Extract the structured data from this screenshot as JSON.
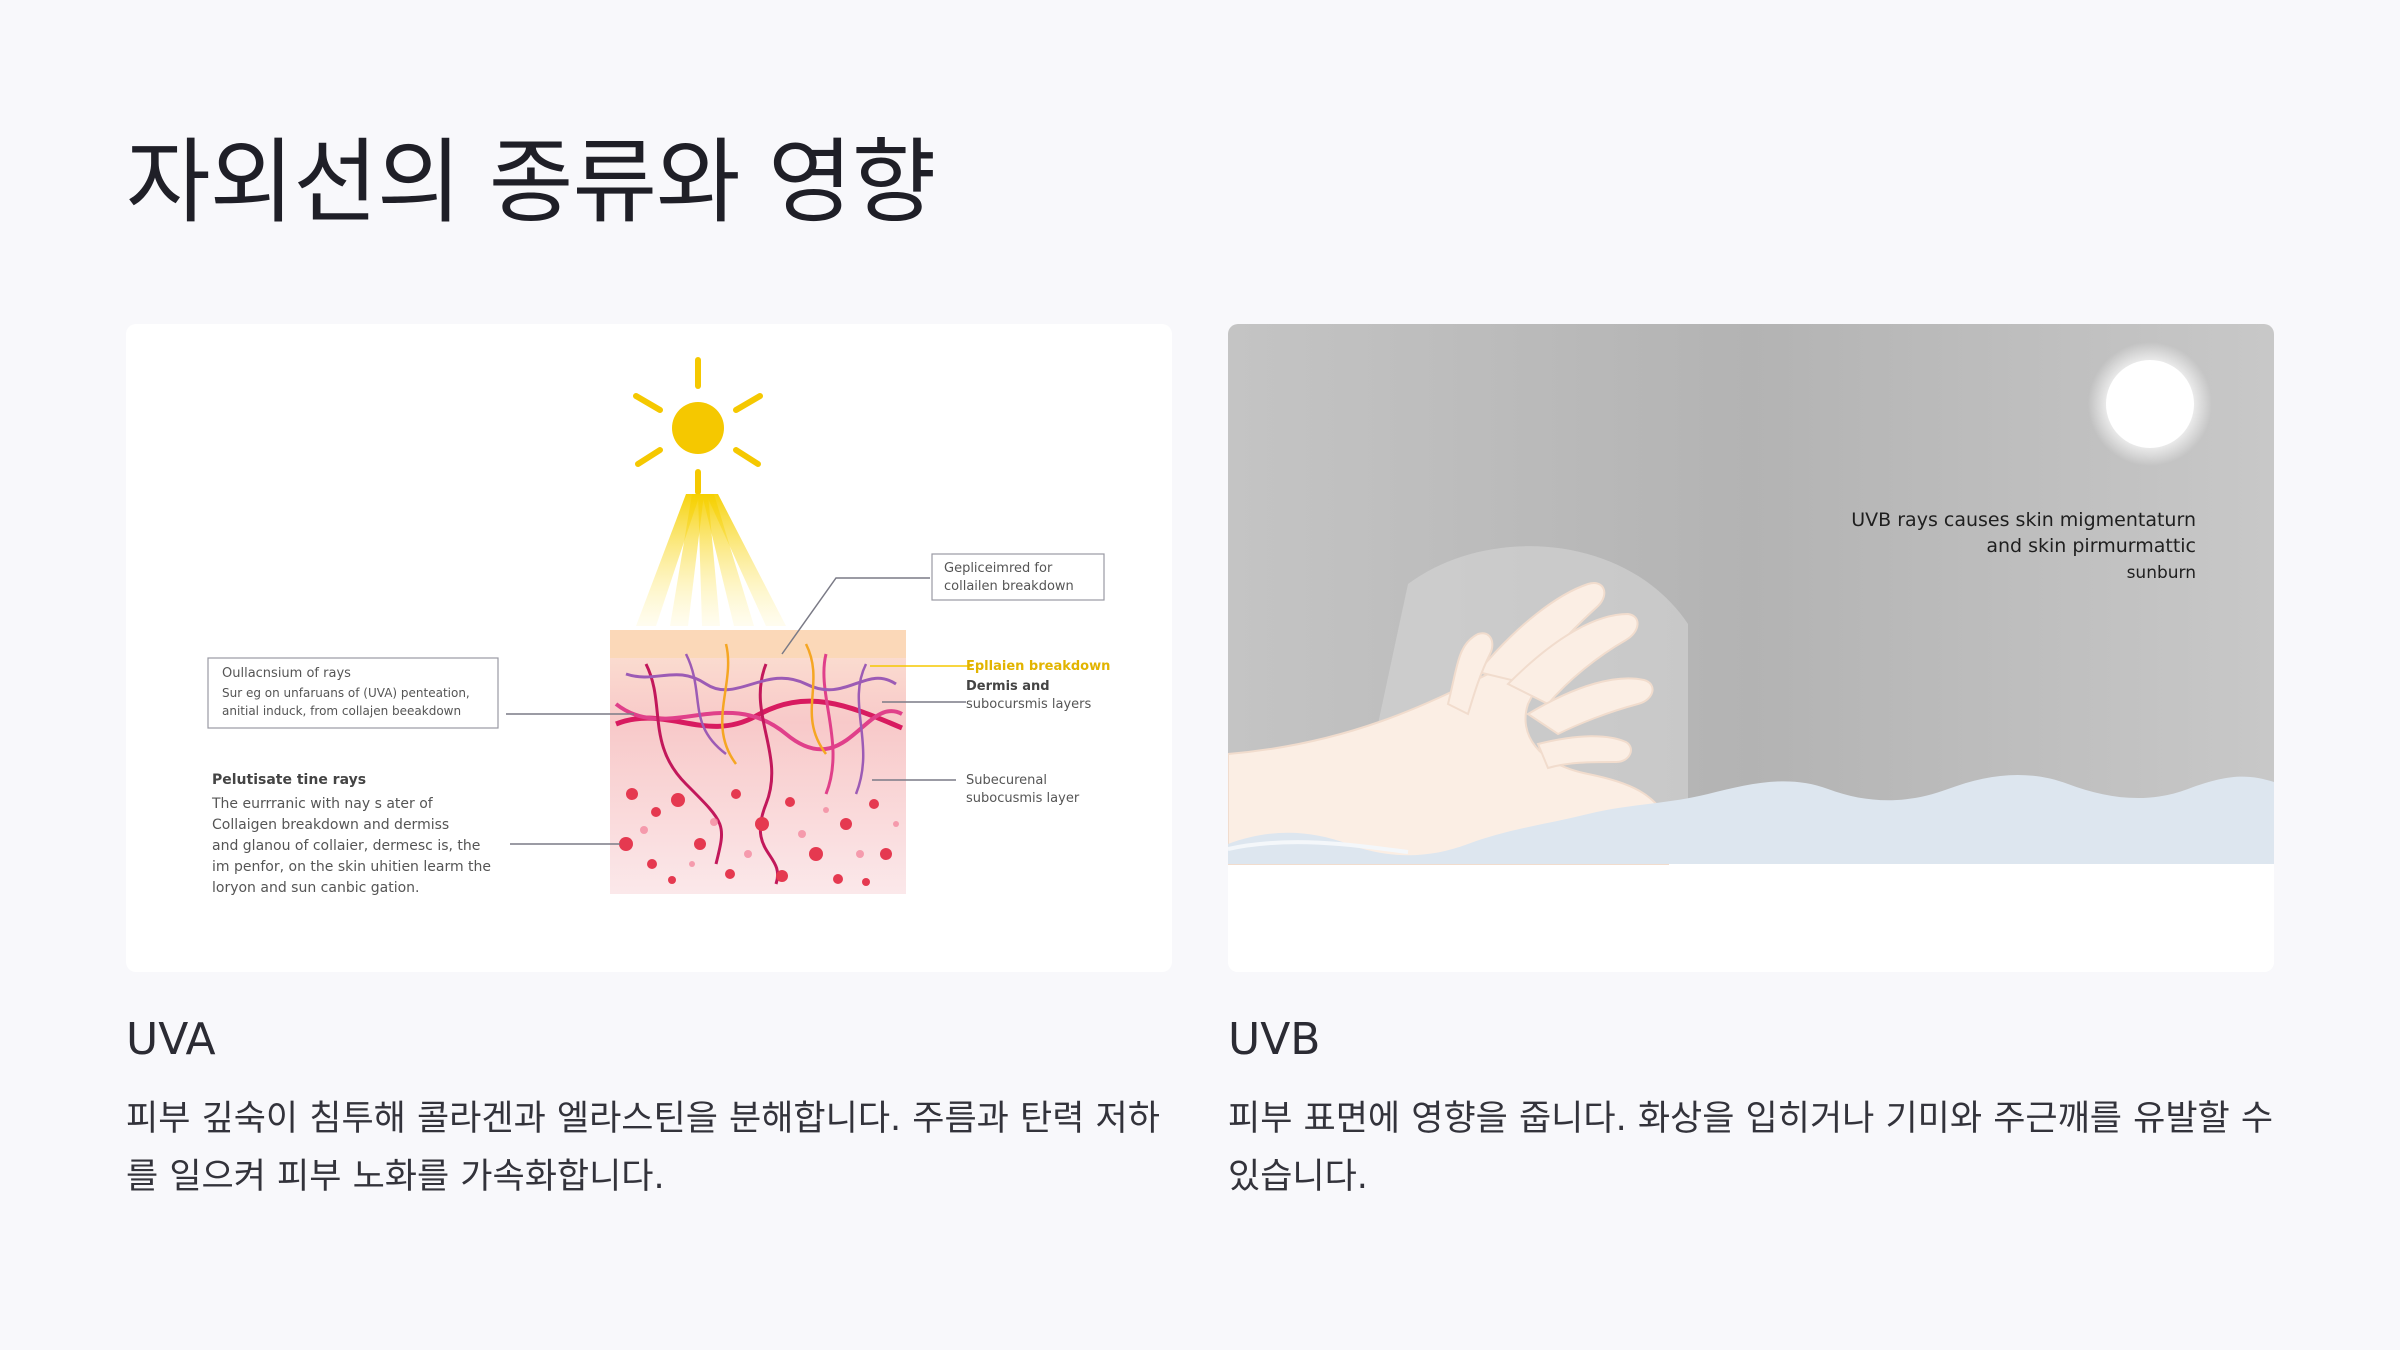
{
  "page": {
    "title": "자외선의 종류와 영향"
  },
  "uva": {
    "heading": "UVA",
    "description": "피부 깊숙이 침투해 콜라겐과 엘라스틴을 분해합니다. 주름과 탄력 저하를 일으켜 피부 노화를 가속화합니다.",
    "diagram": {
      "callout_top_right_line1": "Gepliceimred for",
      "callout_top_right_line2": "collailen breakdown",
      "callout_left_line1": "Oullacnsium of rays",
      "callout_left_line2": "Sur eg on unfaruans of (UVA) pentеation,",
      "callout_left_line3": "anitial induck, from collajen beeakdown",
      "label_epidermis": "Epllaien breakdown",
      "label_dermis_line1": "Dermis and",
      "label_dermis_line2": "subocursmis layers",
      "label_subcut_line1": "Subecurenal",
      "label_subcut_line2": "subocusmis layer",
      "para_title": "Pelutisate tine rays",
      "para_line1": "The eurrranic with nay s ater of",
      "para_line2": "Collaigen breakdown and dermiss",
      "para_line3": "and glanou of collaier, dermesc is, the",
      "para_line4": "im penfor, on the skin uhitien learm the",
      "para_line5": "loryon and sun canbic gation."
    }
  },
  "uvb": {
    "heading": "UVB",
    "description": "피부 표면에 영향을 줍니다. 화상을 입히거나 기미와 주근깨를 유발할 수 있습니다.",
    "image": {
      "caption_line1": "UVB rays causes skin migmentaturn",
      "caption_line2": "and skin pirmurmattic",
      "caption_line3": "sunburn"
    }
  },
  "colors": {
    "background": "#f8f8fb",
    "sun": "#f5c800",
    "collagen": "#d81b60",
    "elastin": "#9c5bb5",
    "uvb_sky": "#bfbfbf",
    "uvb_water": "#dde6ef"
  }
}
